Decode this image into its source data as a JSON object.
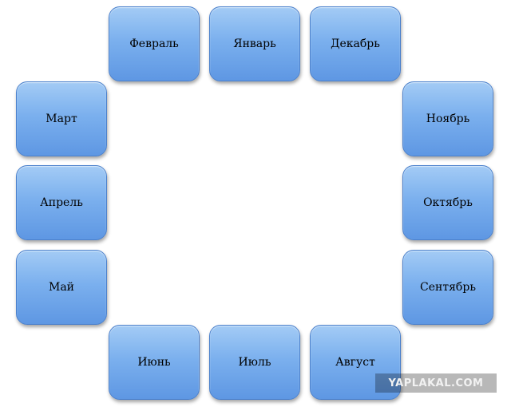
{
  "months": {
    "february": "Февраль",
    "january": "Январь",
    "december": "Декабрь",
    "march": "Март",
    "november": "Ноябрь",
    "april": "Апрель",
    "october": "Октябрь",
    "may": "Май",
    "september": "Сентябрь",
    "june": "Июнь",
    "july": "Июль",
    "august": "Август"
  },
  "watermark": "YAPLAKAL.COM",
  "colors": {
    "box_top": "#a3cbf5",
    "box_bottom": "#5e97e3",
    "box_border": "#4a80cc"
  }
}
